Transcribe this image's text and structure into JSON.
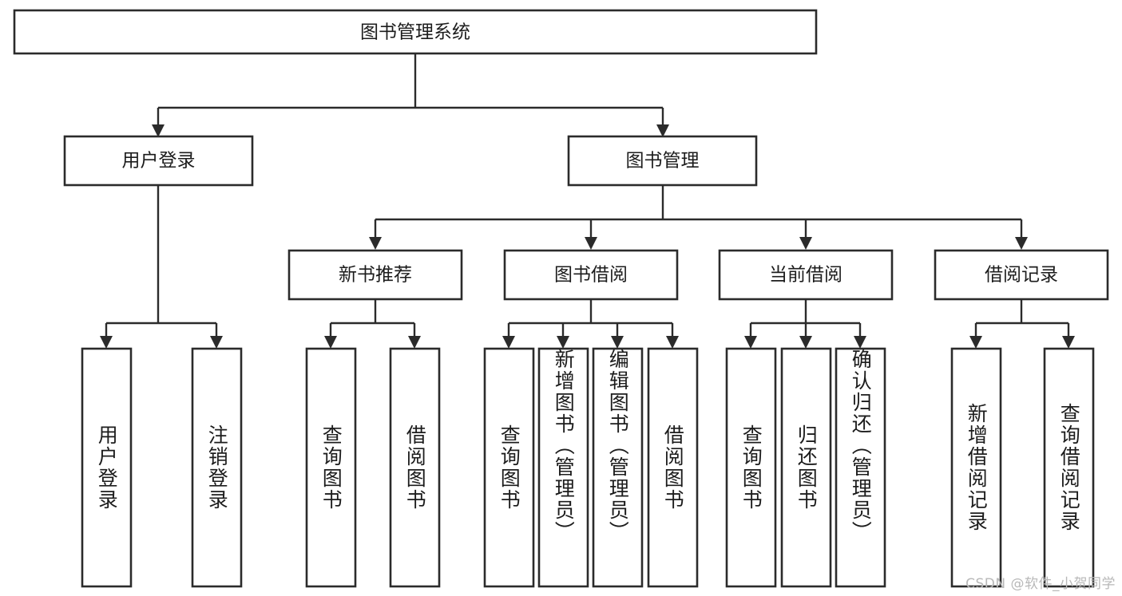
{
  "diagram": {
    "type": "tree",
    "title": "图书管理系统",
    "watermark": "CSDN @软件_小贺同学",
    "colors": {
      "box_stroke": "#2b2b2b",
      "box_fill": "#ffffff",
      "connector": "#2b2b2b",
      "text": "#1c1c1c",
      "background": "#ffffff",
      "watermark": "#b8b8b8"
    },
    "levels": {
      "root": {
        "label": "图书管理系统"
      },
      "level2": [
        {
          "label": "用户登录"
        },
        {
          "label": "图书管理"
        }
      ],
      "level3": [
        {
          "label": "新书推荐"
        },
        {
          "label": "图书借阅"
        },
        {
          "label": "当前借阅"
        },
        {
          "label": "借阅记录"
        }
      ],
      "leaves": [
        {
          "label": "用户登录",
          "parent": "用户登录"
        },
        {
          "label": "注销登录",
          "parent": "用户登录"
        },
        {
          "label": "查询图书",
          "parent": "新书推荐"
        },
        {
          "label": "借阅图书",
          "parent": "新书推荐"
        },
        {
          "label": "查询图书",
          "parent": "图书借阅"
        },
        {
          "label": "新增图书（管理员）",
          "parent": "图书借阅"
        },
        {
          "label": "编辑图书（管理员）",
          "parent": "图书借阅"
        },
        {
          "label": "借阅图书",
          "parent": "图书借阅"
        },
        {
          "label": "查询图书",
          "parent": "当前借阅"
        },
        {
          "label": "归还图书",
          "parent": "当前借阅"
        },
        {
          "label": "确认归还（管理员）",
          "parent": "当前借阅"
        },
        {
          "label": "新增借阅记录",
          "parent": "借阅记录"
        },
        {
          "label": "查询借阅记录",
          "parent": "借阅记录"
        }
      ]
    }
  }
}
